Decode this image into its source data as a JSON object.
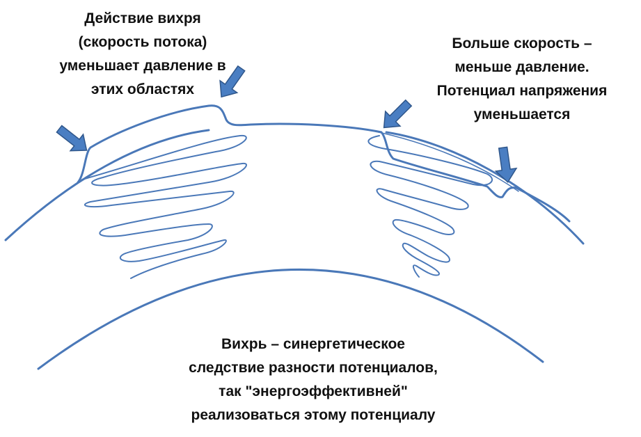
{
  "colors": {
    "line": "#4a78b8",
    "arrow_fill": "#4a7ec2",
    "arrow_stroke": "#2f568a",
    "text": "#111111",
    "background": "#ffffff"
  },
  "labels": {
    "top_left": {
      "lines": [
        "Действие вихря",
        "(скорость потока)",
        "уменьшает давление в",
        "этих областях"
      ]
    },
    "top_right": {
      "lines": [
        "Больше скорость –",
        "меньше давление.",
        "Потенциал напряжения",
        "уменьшается"
      ]
    },
    "bottom": {
      "lines": [
        "Вихрь – синергетическое",
        "следствие разности потенциалов,",
        "так \"энергоэффективней\"",
        "реализоваться этому потенциалу"
      ]
    }
  },
  "icons": [
    "down-right-arrow-icon",
    "down-left-arrow-icon",
    "down-arrow-icon"
  ]
}
